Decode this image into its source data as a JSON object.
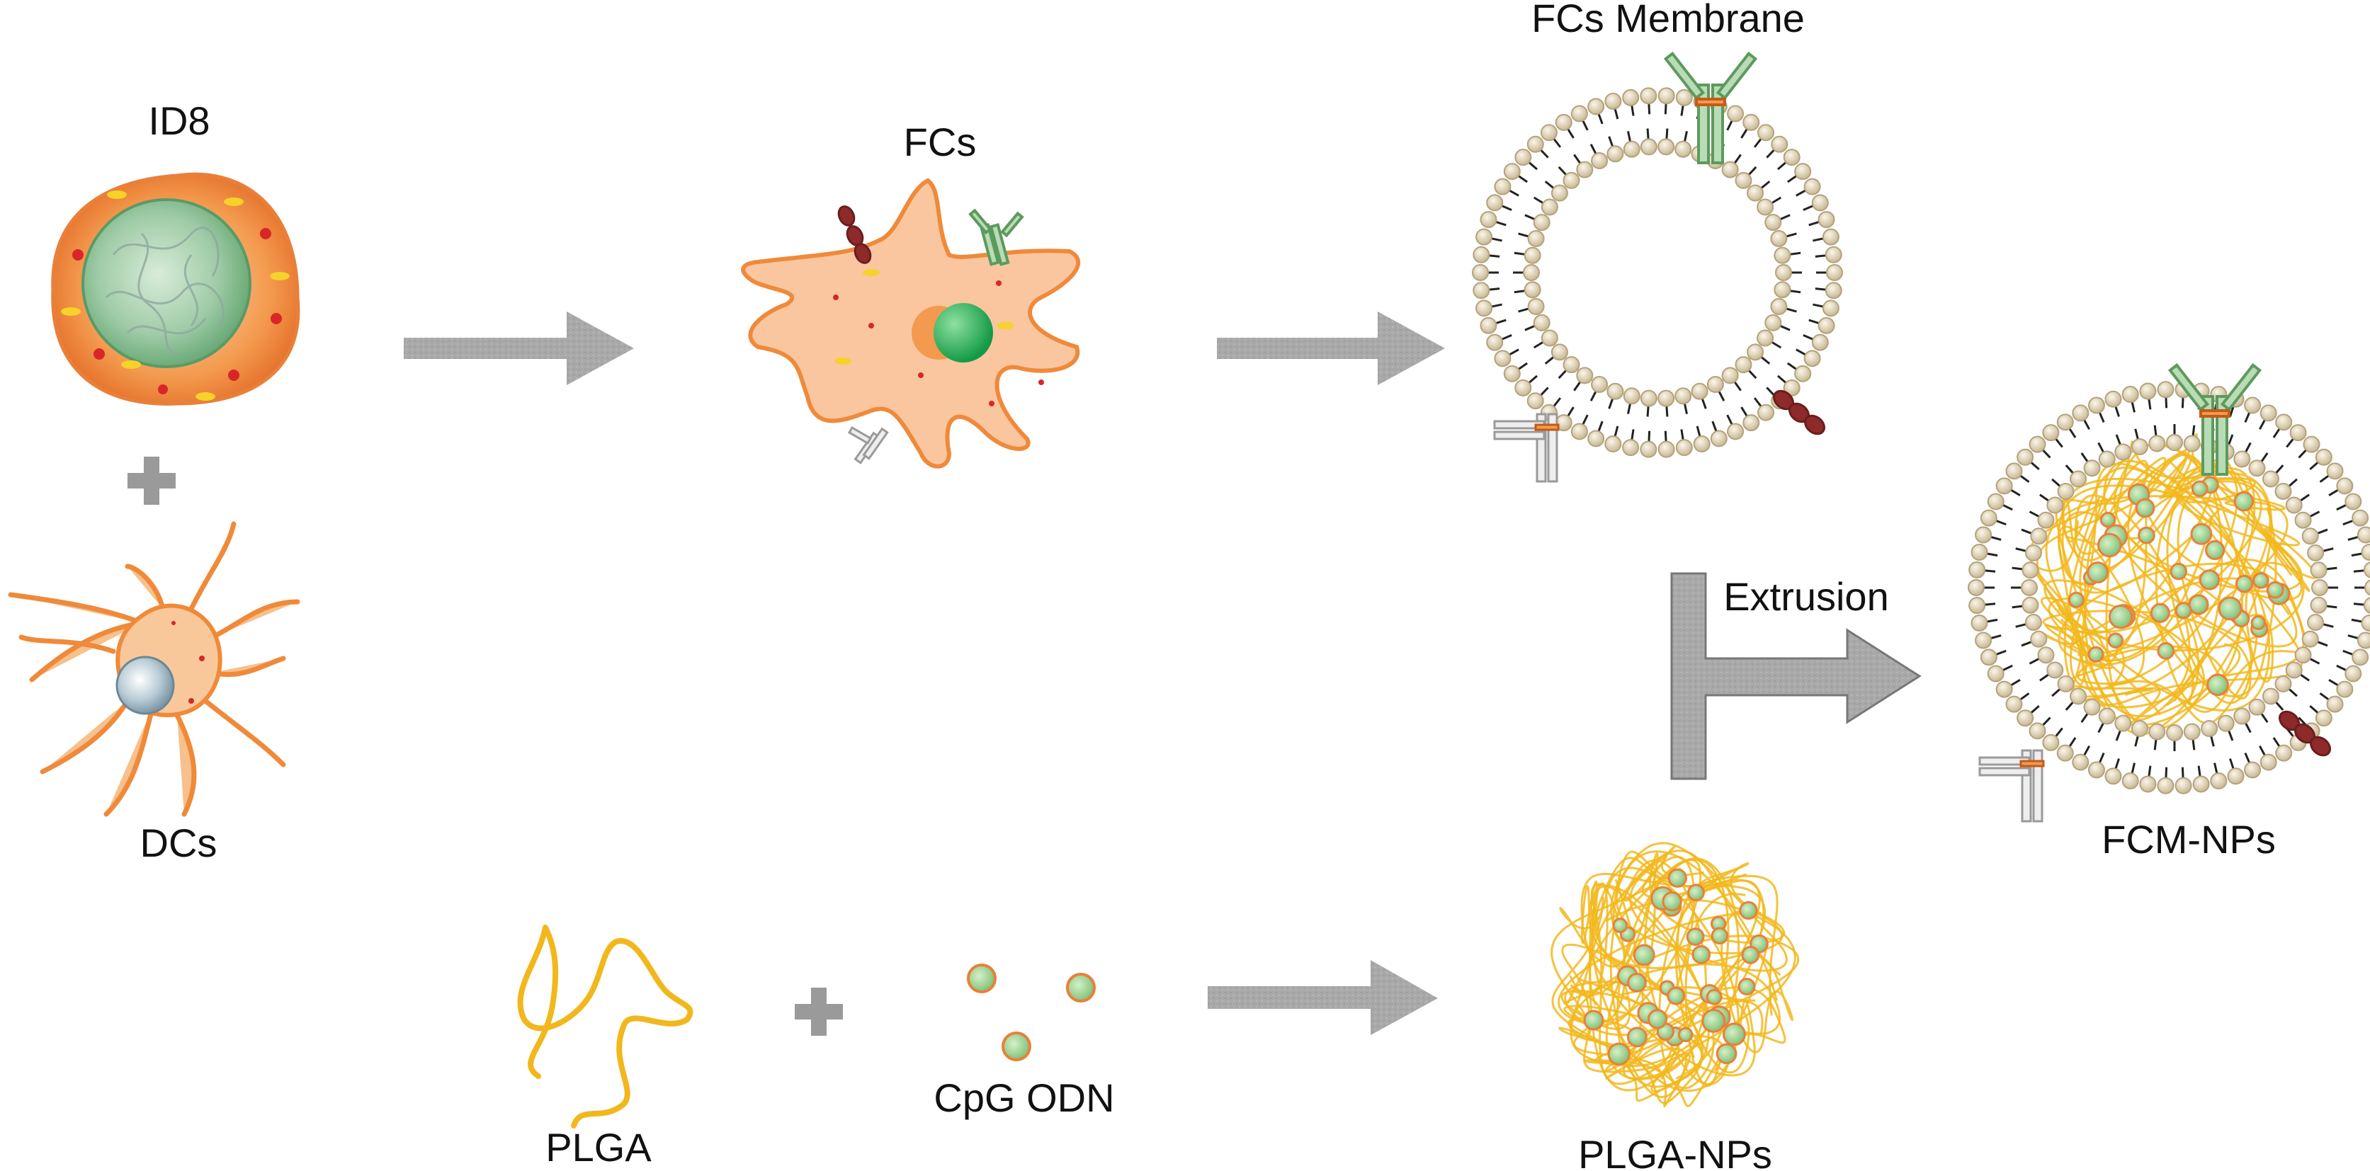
{
  "labels": {
    "id8": "ID8",
    "dcs": "DCs",
    "fcs": "FCs",
    "fcs_membrane": "FCs Membrane",
    "extrusion": "Extrusion",
    "fcm_nps": "FCM-NPs",
    "plga": "PLGA",
    "cpg_odn": "CpG ODN",
    "plga_nps": "PLGA-NPs"
  },
  "colors": {
    "cell_orange": "#F39A4E",
    "cell_light": "#FAD3B2",
    "nucleus_green": "#7DBB8A",
    "bright_green": "#22B25A",
    "lipid_head": "#E6DCC0",
    "plga_yellow": "#F2B71C",
    "arrow_gray": "#A8A8A8",
    "antibody_green": "#8CC58C",
    "receptor_red": "#8E2A2A"
  }
}
